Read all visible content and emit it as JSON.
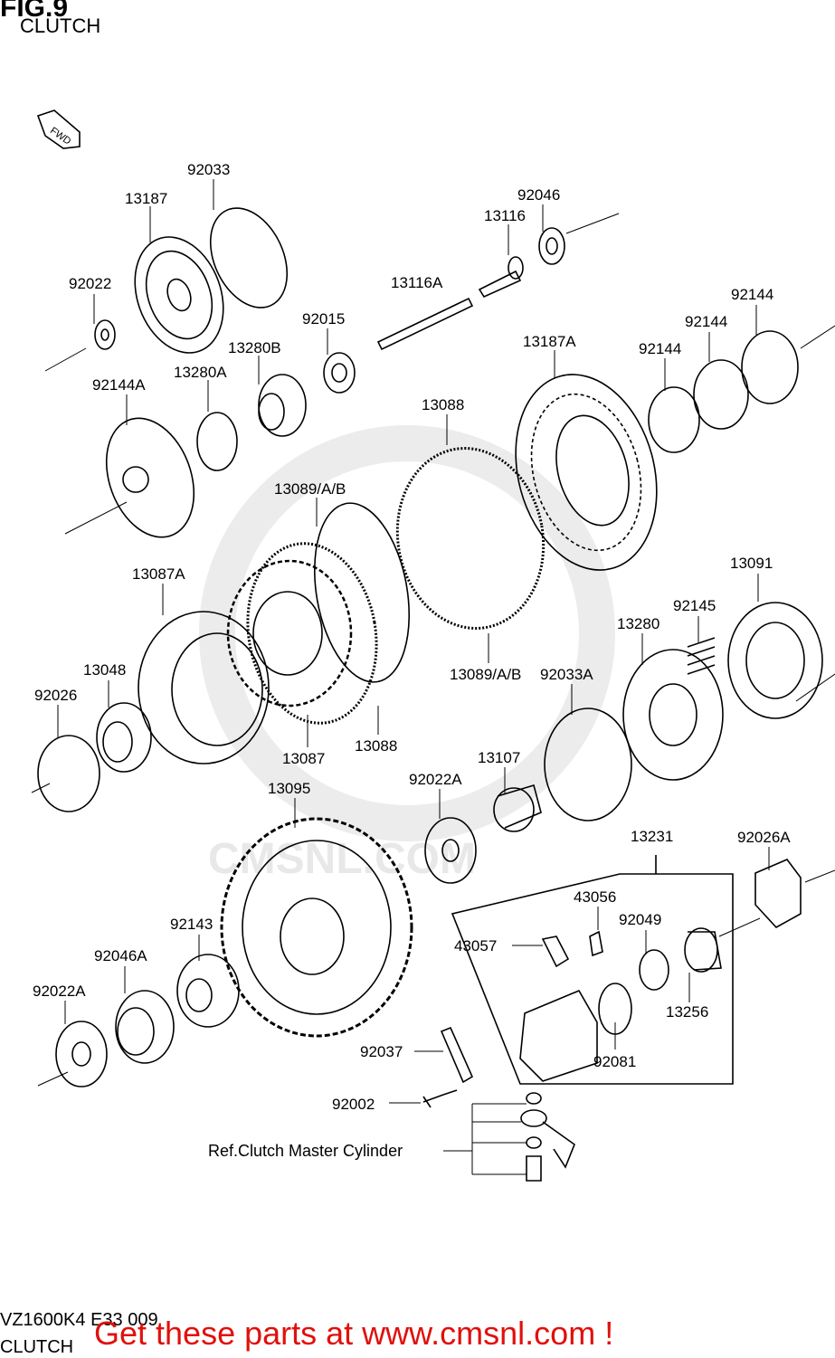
{
  "header": {
    "figure": "FIG.9",
    "title": "CLUTCH"
  },
  "footer": {
    "code": "VZ1600K4 E33 009",
    "title": "CLUTCH"
  },
  "cta": "Get these parts at www.cmsnl.com !",
  "watermark": "CMSNL.COM",
  "fwd": "FWD",
  "ref_note": "Ref.Clutch Master Cylinder",
  "labels": [
    "92033",
    "13187",
    "92022",
    "92015",
    "13280B",
    "13280A",
    "92144A",
    "92046",
    "13116",
    "13116A",
    "13187A",
    "92144",
    "92144",
    "92144",
    "13088",
    "13089/A/B",
    "13087A",
    "13048",
    "92026",
    "13087",
    "13088",
    "13089/A/B",
    "13091",
    "92145",
    "13280",
    "92033A",
    "13107",
    "92022A",
    "13095",
    "13231",
    "92026A",
    "43056",
    "92049",
    "43057",
    "13256",
    "92143",
    "92046A",
    "92022A",
    "92037",
    "92081",
    "92002"
  ],
  "colors": {
    "cta": "#e0100c",
    "line": "#000000",
    "watermark": "#e8e8e8"
  }
}
